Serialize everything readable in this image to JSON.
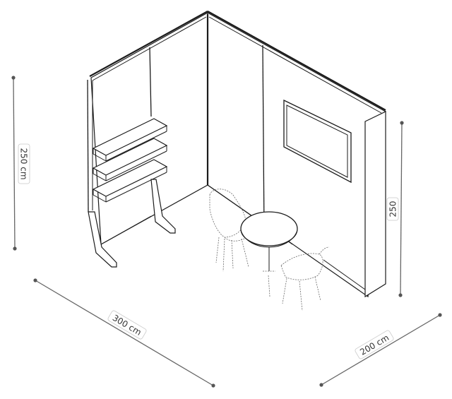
{
  "dimensions": {
    "height_left": "250 cm",
    "height_right": "250",
    "width": "300 cm",
    "depth": "200 cm"
  },
  "colors": {
    "line": "#1b1b1b",
    "dimension": "#666666",
    "background": "#ffffff"
  }
}
